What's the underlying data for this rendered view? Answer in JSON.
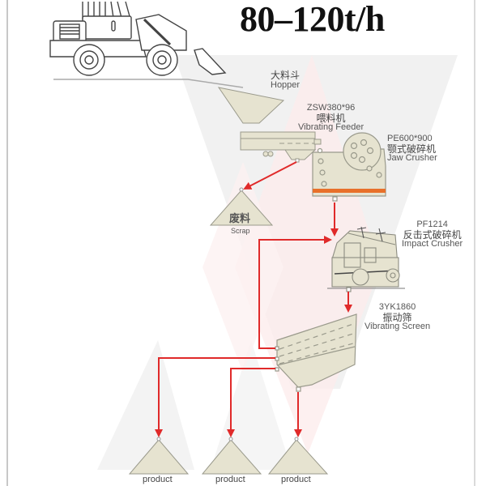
{
  "diagram": {
    "title": "80–120t/h",
    "type": "stone crushing production line flowchart",
    "equipment": [
      {
        "id": "loader",
        "label_en": "",
        "label_cn": "",
        "model": ""
      },
      {
        "id": "hopper",
        "label_cn": "大料斗",
        "label_en": "Hopper",
        "model": ""
      },
      {
        "id": "vibrating_feeder",
        "model": "ZSW380*96",
        "label_cn": "喂料机",
        "label_en": "Vibrating Feeder"
      },
      {
        "id": "jaw_crusher",
        "model": "PE600*900",
        "label_cn": "颚式破碎机",
        "label_en": "Jaw Crusher"
      },
      {
        "id": "impact_crusher",
        "model": "PF1214",
        "label_cn": "反击式破碎机",
        "label_en": "Impact Crusher"
      },
      {
        "id": "vibrating_screen",
        "model": "3YK1860",
        "label_cn": "振动筛",
        "label_en": "Vibrating Screen"
      }
    ],
    "outputs": {
      "scrap": {
        "label_cn": "废料",
        "label_en": "Scrap"
      },
      "products": [
        "product",
        "product",
        "product"
      ]
    },
    "flows": [
      {
        "from": "loader",
        "to": "hopper"
      },
      {
        "from": "hopper",
        "to": "vibrating_feeder"
      },
      {
        "from": "vibrating_feeder",
        "to": "scrap"
      },
      {
        "from": "vibrating_feeder",
        "to": "jaw_crusher"
      },
      {
        "from": "jaw_crusher",
        "to": "impact_crusher"
      },
      {
        "from": "impact_crusher",
        "to": "vibrating_screen"
      },
      {
        "from": "vibrating_screen",
        "to": "impact_crusher",
        "note": "oversize return"
      },
      {
        "from": "vibrating_screen",
        "to": "product_1"
      },
      {
        "from": "vibrating_screen",
        "to": "product_2"
      },
      {
        "from": "vibrating_screen",
        "to": "product_3"
      }
    ],
    "colors": {
      "arrow": "#e02a2a",
      "machine_fill": "#e6e3d0",
      "machine_stroke": "#9a9a8c",
      "jaw_band": "#e8702a",
      "watermark_grey": "#ececec",
      "watermark_pink": "#fbeaea"
    }
  }
}
